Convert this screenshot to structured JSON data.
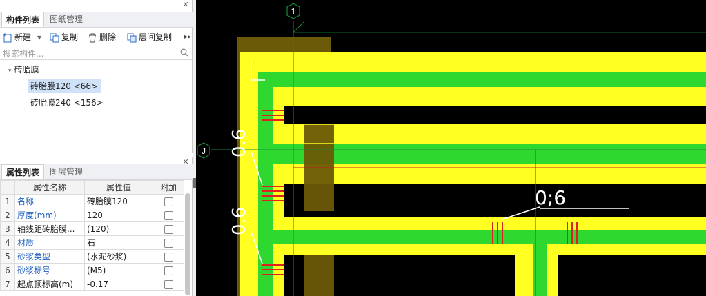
{
  "component_panel": {
    "tabs": [
      "构件列表",
      "图纸管理"
    ],
    "toolbar": {
      "new": "新建",
      "copy": "复制",
      "delete": "删除",
      "floor_copy": "层间复制"
    },
    "search_placeholder": "搜索构件...",
    "tree": {
      "root": "砖胎膜",
      "items": [
        "砖胎膜120 <66>",
        "砖胎膜240 <156>"
      ]
    }
  },
  "property_panel": {
    "tabs": [
      "属性列表",
      "图层管理"
    ],
    "headers": [
      "属性名称",
      "属性值",
      "附加"
    ],
    "rows": [
      {
        "num": "1",
        "name": "名称",
        "value": "砖胎膜120"
      },
      {
        "num": "2",
        "name": "厚度(mm)",
        "value": "120"
      },
      {
        "num": "3",
        "name": "轴线距砖胎膜...",
        "value": "(120)"
      },
      {
        "num": "4",
        "name": "材质",
        "value": "石"
      },
      {
        "num": "5",
        "name": "砂浆类型",
        "value": "(水泥砂浆)"
      },
      {
        "num": "6",
        "name": "砂浆标号",
        "value": "(M5)"
      },
      {
        "num": "7",
        "name": "起点顶标高(m)",
        "value": "-0.17"
      }
    ]
  },
  "canvas": {
    "axis_1": "1",
    "axis_j": "J",
    "dim_vertical_1": "0.6",
    "dim_vertical_2": "0.6",
    "dim_horizontal": "0;6"
  },
  "colors": {
    "yellow": "#ffff22",
    "green": "#2ed82e",
    "olive": "#6b5a07",
    "red": "#e02020",
    "axis_line": "#1a8a3a",
    "selected_row": "#cfe2f7",
    "link_blue": "#1f5fbf"
  }
}
